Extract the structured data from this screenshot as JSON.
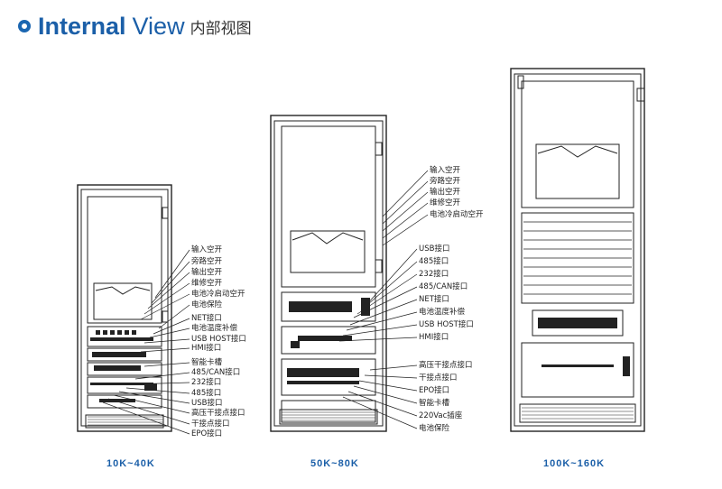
{
  "header": {
    "title_bold": "Internal",
    "title_regular": "View",
    "title_cn": "内部视图"
  },
  "cabinets": [
    {
      "model": "10K~40K",
      "labels": [
        "输入空开",
        "旁路空开",
        "输出空开",
        "维修空开",
        "电池冷启动空开",
        "电池保险",
        "NET接口",
        "电池温度补偿",
        "USB HOST接口",
        "HMI接口",
        "智能卡槽",
        "485/CAN接口",
        "232接口",
        "485接口",
        "USB接口",
        "高压干接点接口",
        "干接点接口",
        "EPO接口"
      ]
    },
    {
      "model": "50K~80K",
      "labels_top": [
        "输入空开",
        "旁路空开",
        "输出空开",
        "维修空开",
        "电池冷启动空开"
      ],
      "labels_bottom": [
        "USB接口",
        "485接口",
        "232接口",
        "485/CAN接口",
        "NET接口",
        "电池温度补偿",
        "USB HOST接口",
        "HMI接口",
        "高压干接点接口",
        "干接点接口",
        "EPO接口",
        "智能卡槽",
        "220Vac插座",
        "电池保险"
      ]
    },
    {
      "model": "100K~160K",
      "labels": []
    }
  ],
  "colors": {
    "accent": "#1b5fa8",
    "line": "#222222"
  }
}
